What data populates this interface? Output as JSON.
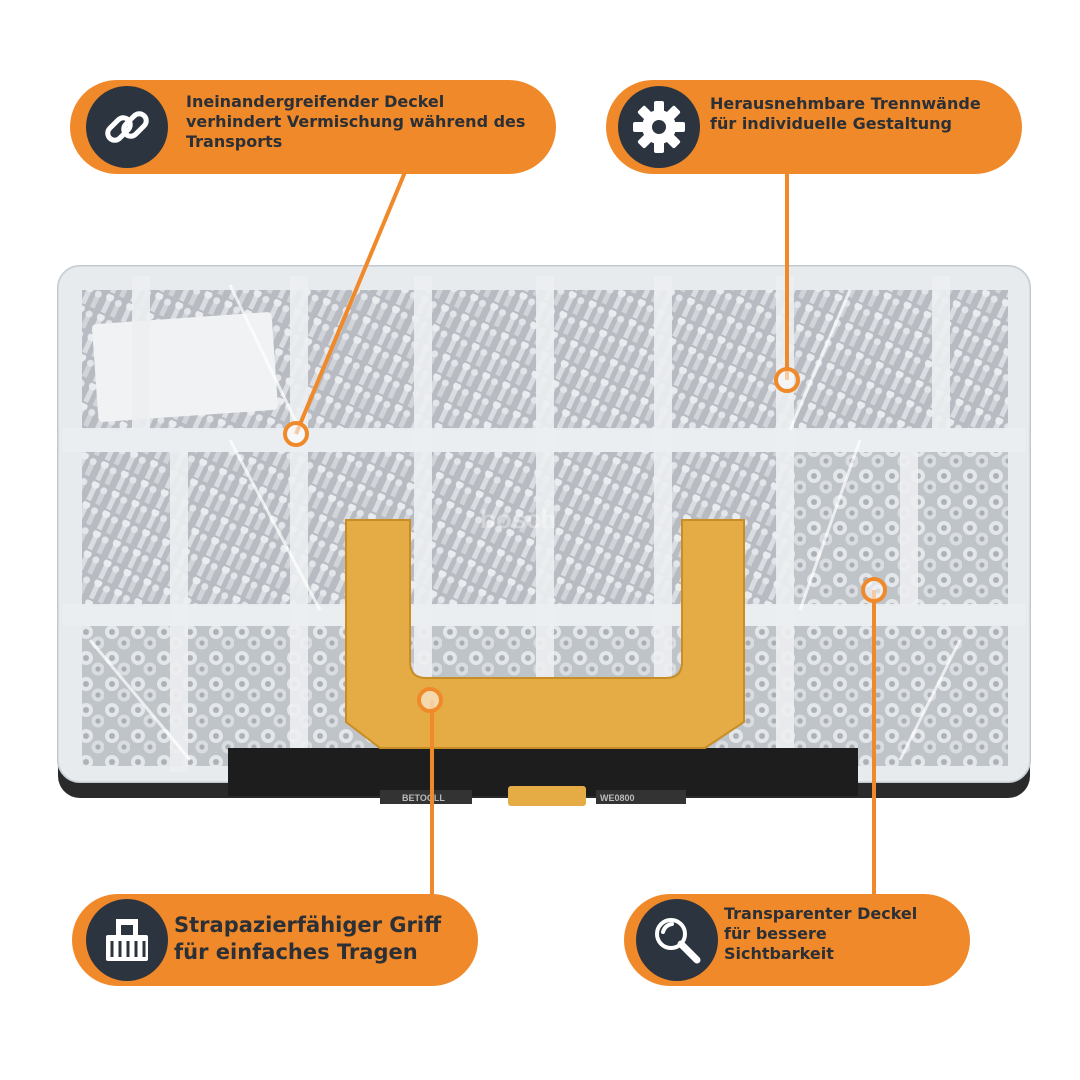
{
  "colors": {
    "accent": "#f0892a",
    "icon_bg": "#2c3440",
    "text": "#2b2f36",
    "handle": "#e5ac45",
    "case_frame": "#dfe3e7",
    "case_base": "#2a2a2a"
  },
  "product": {
    "brand_text": "BETOOLL",
    "model_text": "WE0800",
    "lid_logo_text": "bosch"
  },
  "callouts": {
    "top_left": {
      "icon": "link-icon",
      "lines": [
        "Ineinandergreifender Deckel",
        "verhindert Vermischung während des",
        "Transports"
      ]
    },
    "top_right": {
      "icon": "gear-icon",
      "lines": [
        "Herausnehmbare Trennwände",
        "für individuelle Gestaltung"
      ]
    },
    "bottom_left": {
      "icon": "handle-icon",
      "lines": [
        "Strapazierfähiger Griff",
        "für einfaches Tragen"
      ]
    },
    "bottom_right": {
      "icon": "magnifier-icon",
      "lines": [
        "Transparenter Deckel",
        "für bessere",
        "Sichtbarkeit"
      ]
    }
  }
}
